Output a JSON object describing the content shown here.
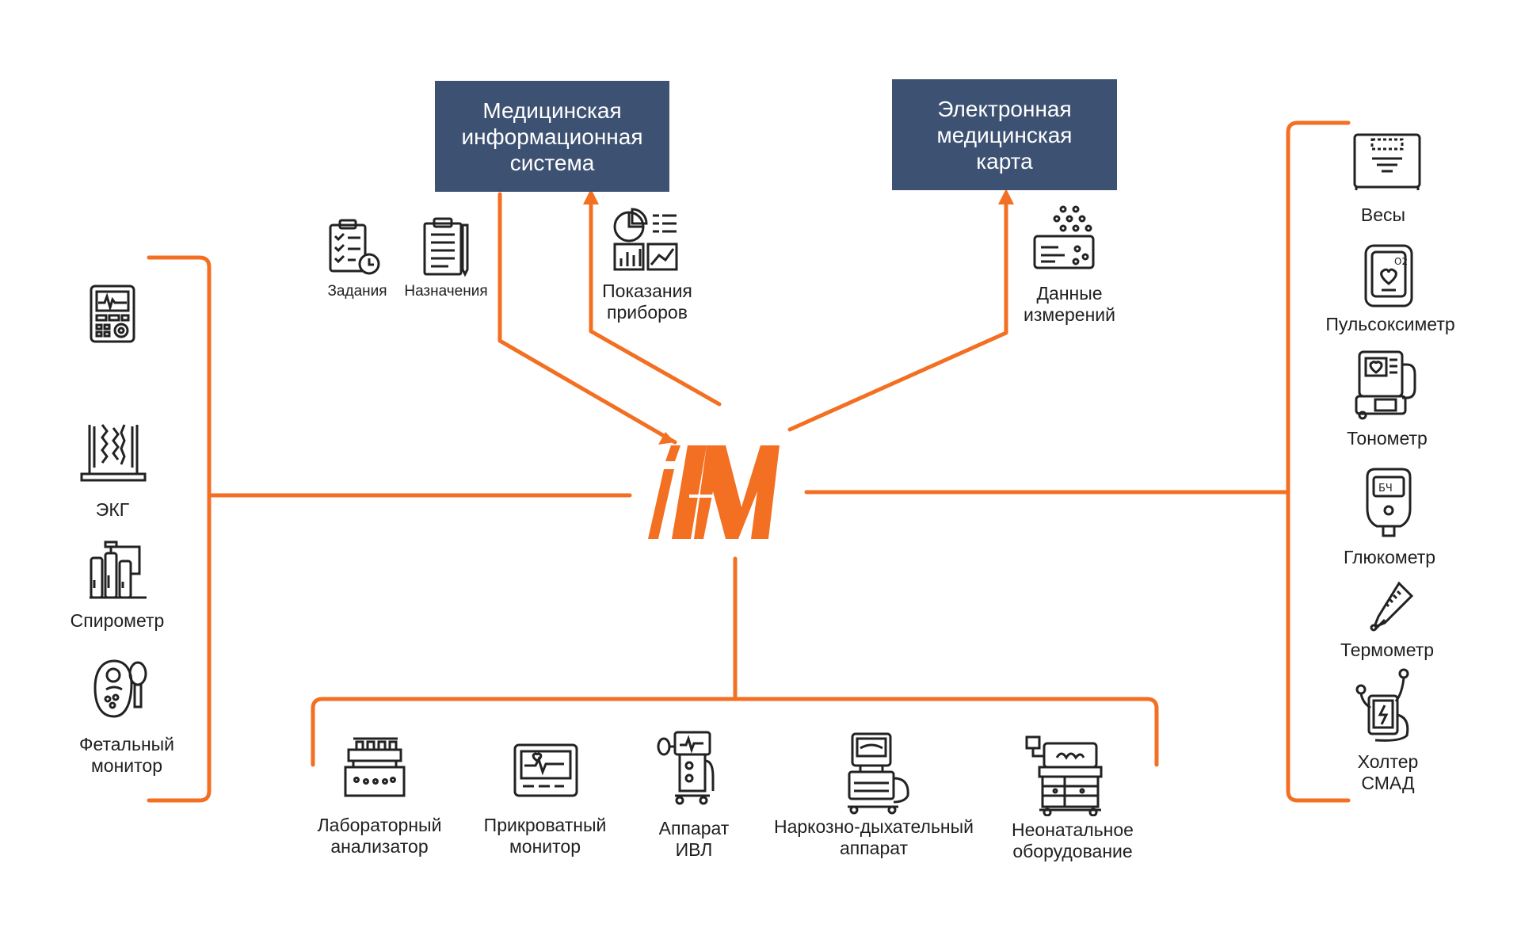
{
  "brand": {
    "accent": "#f36f21",
    "box_fill": "#3d5272"
  },
  "top_boxes": {
    "mis": "Медицинская\nинформационная\nсистема",
    "emr": "Электронная\nмедицинская\nкарта"
  },
  "flows": {
    "tasks": "Задания",
    "orders": "Назначения",
    "device_readings": "Показания\nприборов",
    "measurements": "Данные\nизмерений"
  },
  "left_devices": {
    "ecg": "ЭКГ",
    "spirometer": "Спирометр",
    "fetal_monitor": "Фетальный\nмонитор"
  },
  "right_devices": {
    "scales": "Весы",
    "pulse_oximeter": "Пульсоксиметр",
    "tonometer": "Тонометр",
    "glucometer": "Глюкометр",
    "thermometer": "Термометр",
    "holter": "Холтер\nСМАД"
  },
  "bottom_devices": {
    "lab_analyzer": "Лабораторный\nанализатор",
    "bedside_monitor": "Прикроватный\nмонитор",
    "ventilator": "Аппарат\nИВЛ",
    "anesthesia": "Наркозно-дыхательный\nаппарат",
    "neonatal": "Неонатальное\nоборудование"
  },
  "icon_glyphs": {
    "glucometer": "БЧ",
    "pulse_oximeter": "O2"
  },
  "icons": [
    "ecg-device-icon",
    "ecg-laptop-icon",
    "spirometer-icon",
    "fetal-monitor-icon",
    "scales-icon",
    "pulse-oximeter-icon",
    "tonometer-icon",
    "glucometer-icon",
    "thermometer-icon",
    "holter-icon",
    "lab-analyzer-icon",
    "bedside-monitor-icon",
    "ventilator-icon",
    "anesthesia-machine-icon",
    "neonatal-equipment-icon",
    "tasks-clipboard-icon",
    "orders-clipboard-icon",
    "readings-chart-icon",
    "measurements-data-icon",
    "hub-logo"
  ]
}
